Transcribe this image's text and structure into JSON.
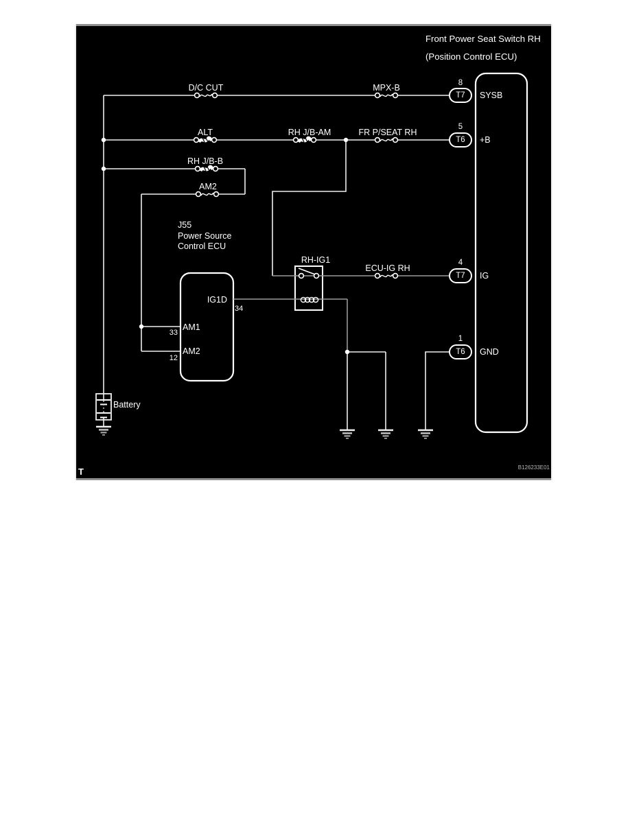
{
  "diagram": {
    "title_line1": "Front Power Seat Switch RH",
    "title_line2": "(Position Control ECU)",
    "footer_left_label": "T",
    "part_code": "B126233E01",
    "battery_label": "Battery",
    "relay_label": "RH-IG1",
    "fuse_labels": [
      "D/C CUT",
      "MPX-B",
      "ALT",
      "RH J/B-AM",
      "FR P/SEAT RH",
      "RH J/B-B",
      "AM2",
      "ECU-IG RH"
    ],
    "j55": {
      "id": "J55",
      "name_line1": "Power Source",
      "name_line2": "Control ECU",
      "pin_ig1d_label": "IG1D",
      "pin_ig1d_num": "34",
      "pin_am1_label": "AM1",
      "pin_am1_num": "33",
      "pin_am2_label": "AM2",
      "pin_am2_num": "12"
    },
    "connector": {
      "pins": [
        {
          "num": "8",
          "code": "T7",
          "label": "SYSB"
        },
        {
          "num": "5",
          "code": "T6",
          "label": "+B"
        },
        {
          "num": "4",
          "code": "T7",
          "label": "IG"
        },
        {
          "num": "1",
          "code": "T6",
          "label": "GND"
        }
      ]
    },
    "colors": {
      "page_background": "#ffffff",
      "panel_background": "#000000",
      "wire_bright": "#efefef",
      "wire_dim": "#9a9a9a",
      "symbol_stroke": "#ffffff"
    }
  }
}
